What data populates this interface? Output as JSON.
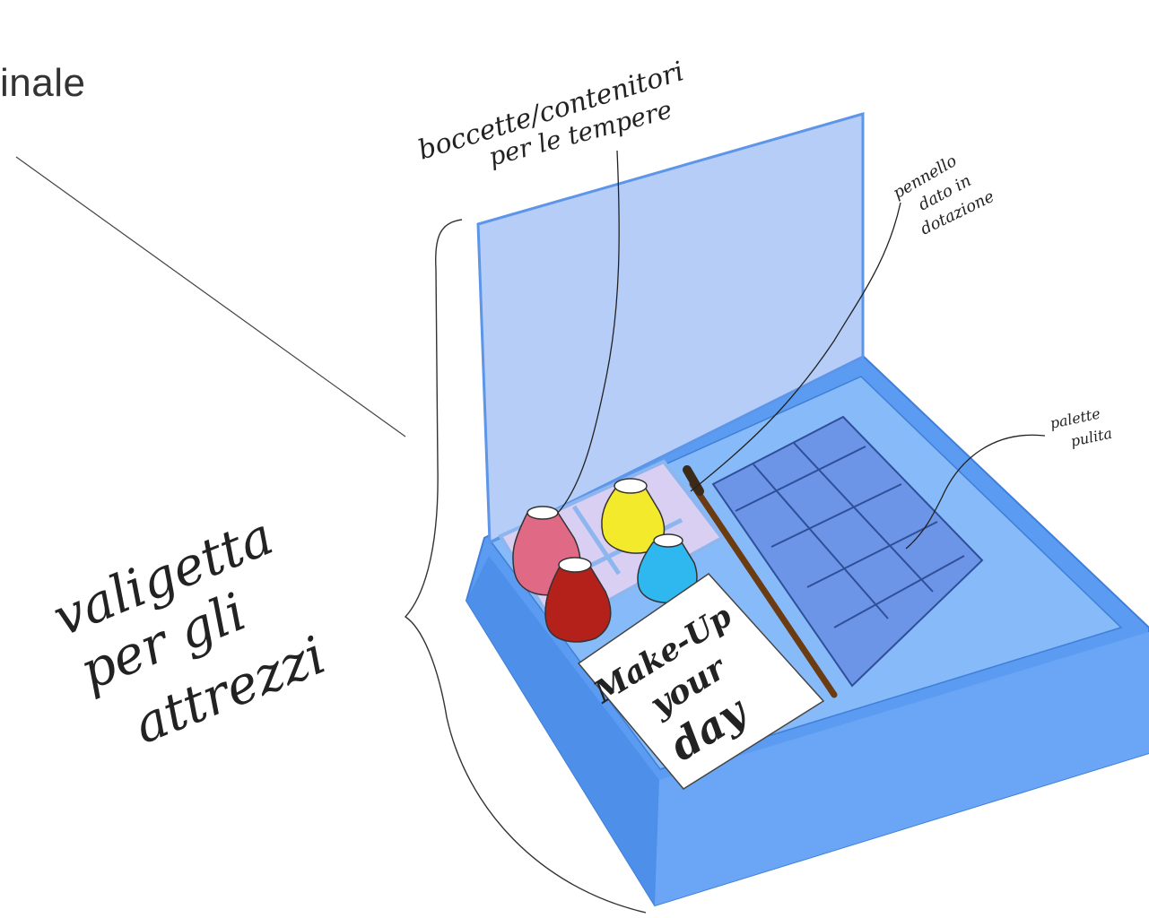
{
  "slide": {
    "title": "inale"
  },
  "labels": {
    "bottles": [
      "boccette/contenitori",
      "per le tempere"
    ],
    "brush": [
      "pennello",
      "dato in",
      "dotazione"
    ],
    "palette": [
      "palette",
      "pulita"
    ],
    "case": [
      "valigetta",
      "per gli",
      "attrezzi"
    ]
  },
  "booklet": {
    "lines": [
      "Make-Up",
      "your",
      "day"
    ]
  },
  "colors": {
    "lid": "#b5cdf7",
    "box": "#5b9cf2",
    "bottle_pink": "#e06a86",
    "bottle_red": "#b3211a",
    "bottle_yellow": "#f3ea2b",
    "bottle_cyan": "#2fb7ef"
  }
}
